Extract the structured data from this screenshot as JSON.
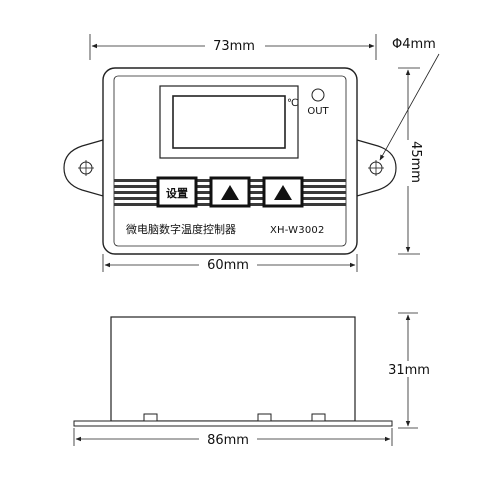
{
  "dimensions": {
    "top_width": "73mm",
    "hole_diameter": "Φ4mm",
    "height": "45mm",
    "panel_width": "60mm",
    "depth": "31mm",
    "total_width": "86mm"
  },
  "display": {
    "unit": "℃",
    "out_label": "OUT"
  },
  "buttons": {
    "set_label": "设置",
    "up_glyph": "▲",
    "down_glyph": "▲"
  },
  "panel": {
    "product_name": "微电脑数字温度控制器",
    "model": "XH-W3002"
  },
  "colors": {
    "line": "#222222",
    "stripe": "#3a3a3a",
    "button_dark": "#111111"
  }
}
